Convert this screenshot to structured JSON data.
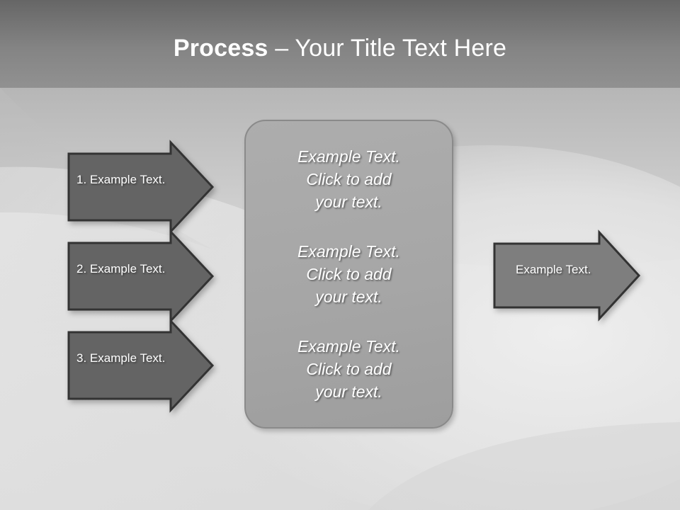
{
  "slide": {
    "title": {
      "bold_part": "Process",
      "rest_part": " – Your Title Text Here",
      "full": "Process – Your Title Text Here"
    },
    "colors": {
      "background_top": "#6b6b6b",
      "background_mid": "#8e8e8e",
      "background_light": "#dcdcdc",
      "panel_fill": "#a8a8a8",
      "panel_stroke": "#8a8a8a",
      "input_arrow_fill": "#646464",
      "input_arrow_stroke": "#333333",
      "output_arrow_fill": "#7e7e7e",
      "output_arrow_stroke": "#333333",
      "title_text": "#ffffff",
      "body_text": "#ffffff"
    }
  },
  "input_arrows": [
    {
      "label": "1. Example Text.",
      "icon": "right-arrow-icon"
    },
    {
      "label": "2. Example Text.",
      "icon": "right-arrow-icon"
    },
    {
      "label": "3. Example Text.",
      "icon": "right-arrow-icon"
    }
  ],
  "center_panel": {
    "blocks": [
      {
        "text": "Example Text.\nClick  to add\nyour text."
      },
      {
        "text": "Example Text.\nClick  to add\nyour text."
      },
      {
        "text": "Example Text.\nClick  to add\nyour text."
      }
    ]
  },
  "output_arrow": {
    "label": "Example Text.",
    "icon": "right-arrow-icon"
  }
}
